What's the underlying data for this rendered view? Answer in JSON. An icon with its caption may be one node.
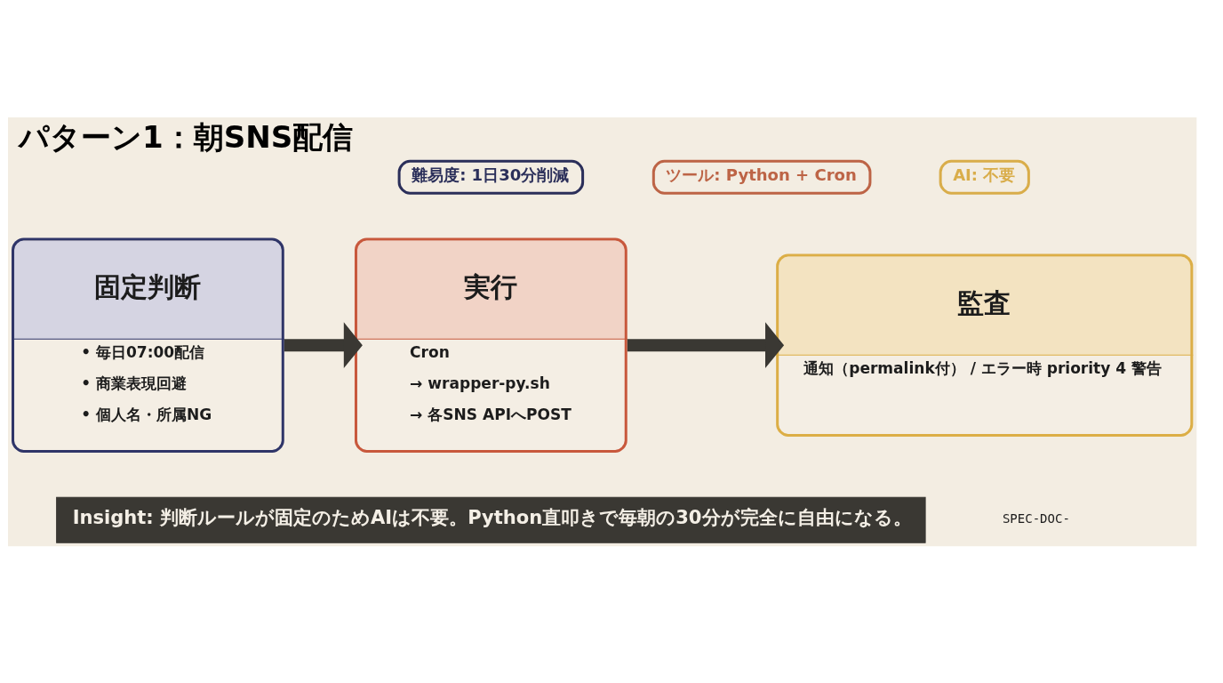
{
  "diagram": {
    "title": "パターン1：朝SNS配信",
    "nodes": [
      {
        "text": [
          "難易度: 1日30分削減"
        ]
      },
      {
        "text": [
          "ツール: Python + Cron"
        ]
      },
      {
        "text": [
          "AI: 不要"
        ]
      },
      {
        "text": [
          "固定判断",
          "• 毎日07:00配信",
          "• 商業表現回避",
          "• 個人名・所属NG"
        ]
      },
      {
        "text": [
          "実行",
          "Cron",
          "→ wrapper-py.sh",
          "→ 各SNS APIへPOST"
        ]
      },
      {
        "text": [
          "監査",
          "通知（permalink付） / エラー時 priority 4 警告"
        ]
      },
      {
        "text": [
          "Insight: 判断ルールが固定のためAIは不要。Python直叩きで毎朝の30分が完全に自由になる。"
        ]
      }
    ],
    "edges": [
      {
        "from": 3,
        "to": 4,
        "arrow": "to"
      },
      {
        "from": 4,
        "to": 5,
        "arrow": "to"
      }
    ],
    "labels": [
      "SPEC-DOC-"
    ]
  }
}
